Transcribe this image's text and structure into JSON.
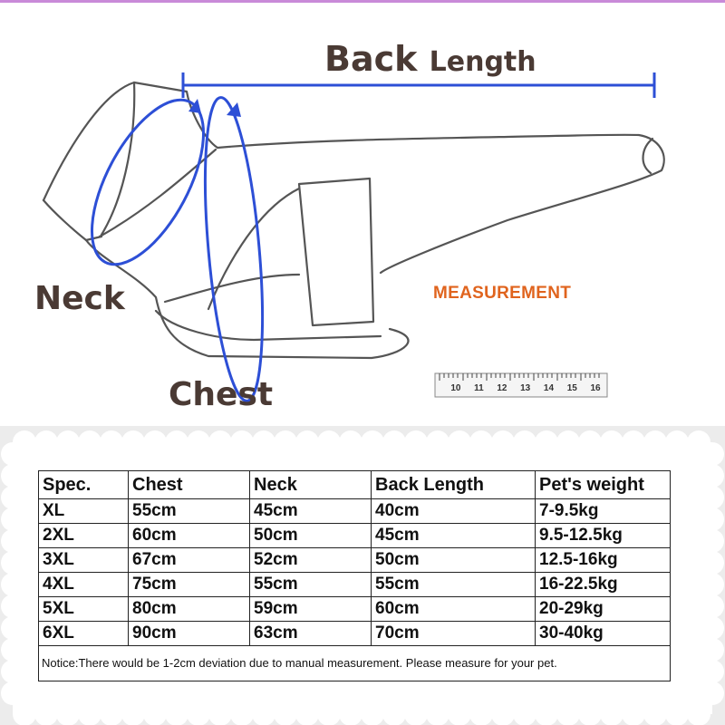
{
  "diagram": {
    "back_length_big": "Back",
    "back_length_small": "Length",
    "neck_label": "Neck",
    "chest_label": "Chest",
    "measurement_label": "MEASUREMENT",
    "ruler_numbers": [
      "10",
      "11",
      "12",
      "13",
      "14",
      "15",
      "16"
    ],
    "arrow_color": "#2d4fd6",
    "label_color": "#4a3a34",
    "measurement_color": "#e0641e"
  },
  "table": {
    "headers": [
      "Spec.",
      "Chest",
      "Neck",
      "Back Length",
      "Pet's weight"
    ],
    "rows": [
      [
        "XL",
        "55cm",
        "45cm",
        "40cm",
        "7-9.5kg"
      ],
      [
        "2XL",
        "60cm",
        "50cm",
        "45cm",
        "9.5-12.5kg"
      ],
      [
        "3XL",
        "67cm",
        "52cm",
        "50cm",
        "12.5-16kg"
      ],
      [
        "4XL",
        "75cm",
        "55cm",
        "55cm",
        "16-22.5kg"
      ],
      [
        "5XL",
        "80cm",
        "59cm",
        "60cm",
        "20-29kg"
      ],
      [
        "6XL",
        "90cm",
        "63cm",
        "70cm",
        "30-40kg"
      ]
    ],
    "notice": "Notice:There would be 1-2cm deviation due to manual measurement. Please measure for your pet."
  }
}
